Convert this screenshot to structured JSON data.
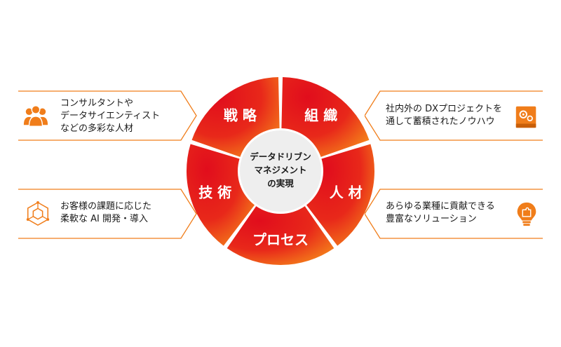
{
  "center": {
    "lines": [
      "データドリブン",
      "マネジメント",
      "の実現"
    ]
  },
  "segments": [
    {
      "label": "戦 略"
    },
    {
      "label": "組 織"
    },
    {
      "label": "人 材"
    },
    {
      "label": "プロセス"
    },
    {
      "label": "技 術"
    }
  ],
  "cards": {
    "left_top": {
      "text": "コンサルタントや\nデータサイエンティスト\nなどの多彩な人材",
      "icon": "people-icon"
    },
    "left_bottom": {
      "text": "お客様の課題に応じた\n柔軟な AI 開発・導入",
      "icon": "ai-chip-icon"
    },
    "right_top": {
      "text": "社内外の DXプロジェクトを\n通して蓄積されたノウハウ",
      "icon": "knowledge-book-icon"
    },
    "right_bottom": {
      "text": "あらゆる業種に貢献できる\n豊富なソリューション",
      "icon": "lightbulb-puzzle-icon"
    }
  },
  "colors": {
    "accent": "#f07d1a",
    "wheel_dark": "#e3161e",
    "wheel_light": "#f26b16",
    "center": "#eeeeee"
  }
}
